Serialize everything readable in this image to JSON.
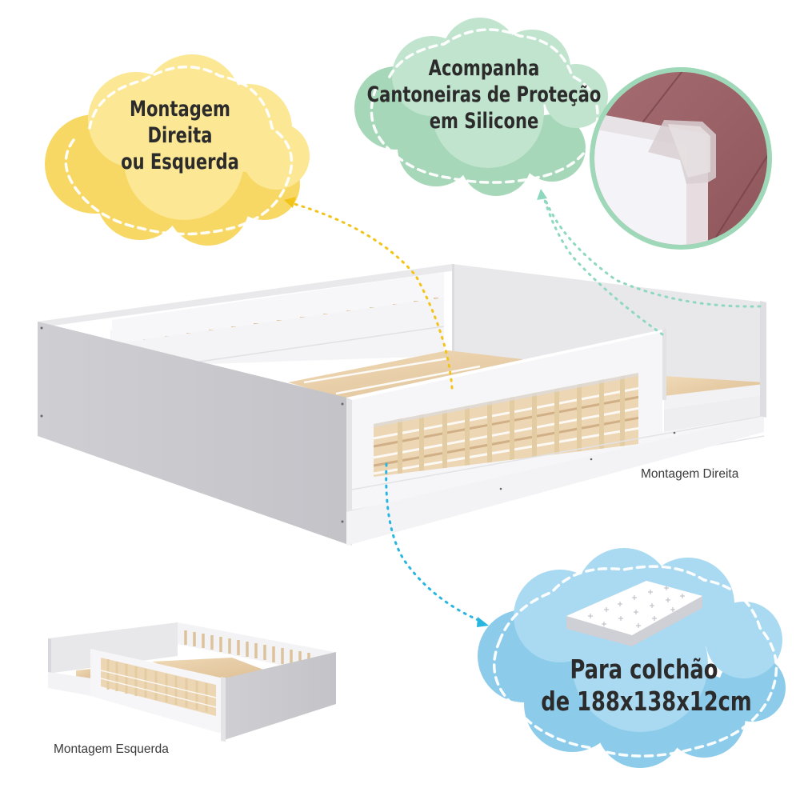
{
  "callouts": {
    "assembly": {
      "lines": [
        "Montagem",
        "Direita",
        "ou Esquerda"
      ],
      "color": "#fbe28a",
      "color_dark": "#f7d35e",
      "icon": "cloud-yellow"
    },
    "corner_guards": {
      "lines": [
        "Acompanha",
        "Cantoneiras de Proteção",
        "em Silicone"
      ],
      "color": "#bfe3cd",
      "color_dark": "#9fd4b3",
      "icon": "cloud-green",
      "detail_image": "silicone-corner-guard-closeup"
    },
    "mattress": {
      "lines": [
        "Para colchão",
        "de 188x138x12cm"
      ],
      "color": "#a8d8f0",
      "color_dark": "#8ccbea",
      "icon": "mattress-icon"
    }
  },
  "captions": {
    "right_assembly": "Montagem Direita",
    "left_assembly": "Montagem Esquerda"
  },
  "arrows": {
    "yellow": "#f2c318",
    "green": "#8fd8c0",
    "blue": "#28b6e0"
  },
  "product": {
    "colors": {
      "panel_white": "#f4f4f6",
      "panel_side": "#c9c9cd",
      "wood_slat": "#e8cfa9",
      "wood_dark": "#c9a57a",
      "spindle": "#e3cda6"
    }
  }
}
